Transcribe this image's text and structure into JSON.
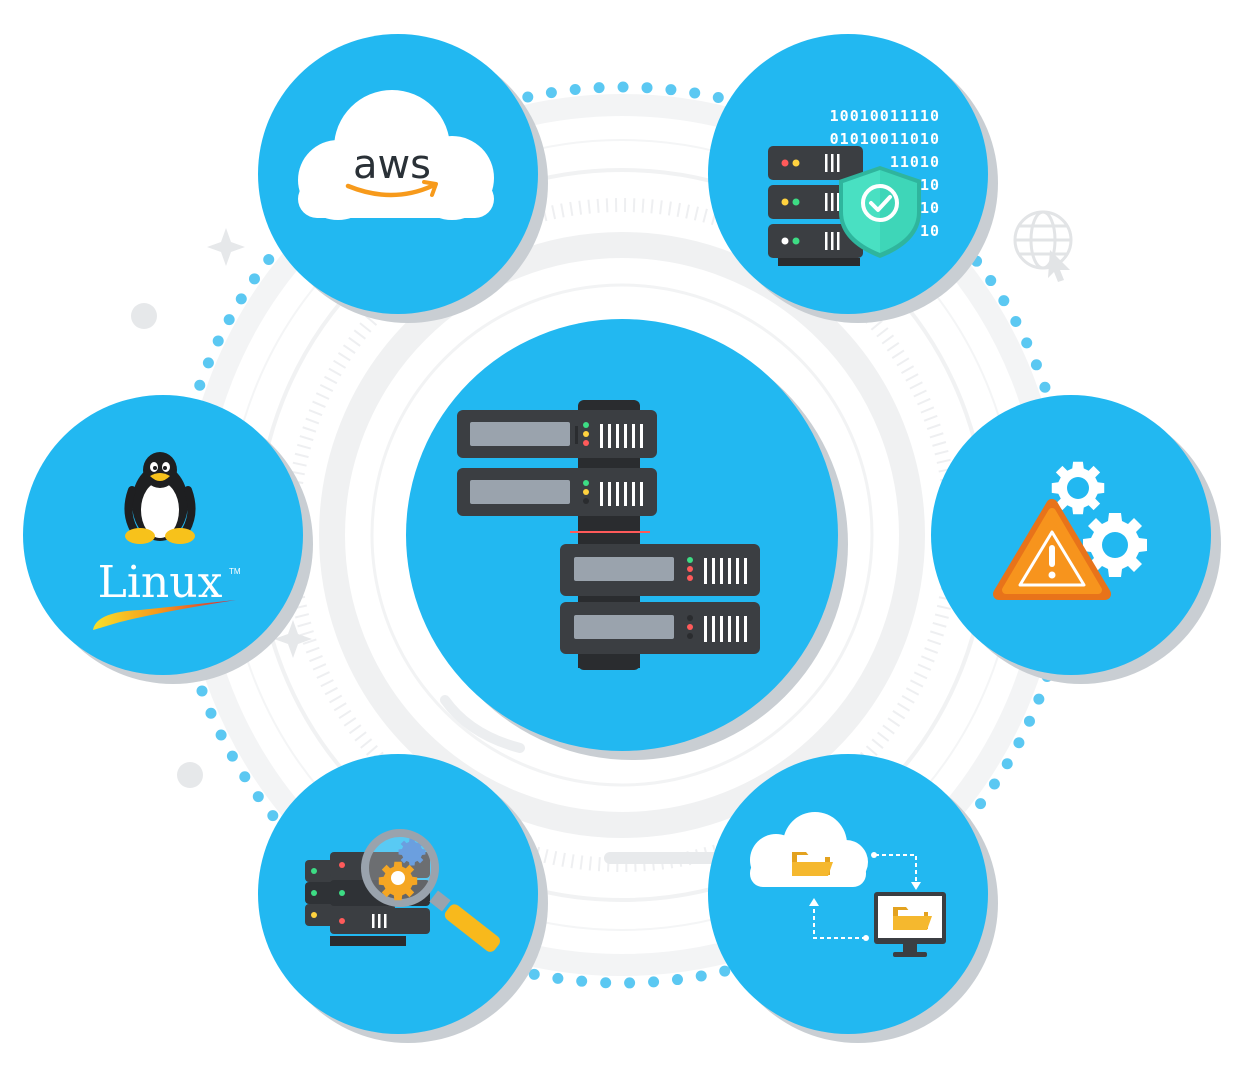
{
  "colors": {
    "node_fill": "#22b8f1",
    "node_shadow": "#c9ced3",
    "ring_dots": "#5bc8f2",
    "server_body": "#3b3e42",
    "server_dark": "#2a2c2f",
    "led_green": "#3ddc84",
    "led_red": "#ff5a5a",
    "led_yellow": "#ffd23f",
    "shield": "#3ed6b8",
    "amazon_orange": "#f79a1b",
    "warning_orange": "#f7941d",
    "folder_yellow": "#f5b82e",
    "magnifier_handle": "#f8b91c"
  },
  "aws": {
    "logo_text": "aws",
    "icon": "cloud-icon"
  },
  "security": {
    "binary_rows": [
      "10010011110",
      "01010011010",
      "11010",
      "10",
      "10",
      "10"
    ],
    "icon": "shield-check-icon"
  },
  "linux": {
    "logo_text": "Linux",
    "trademark": "TM",
    "icon": "tux-penguin-icon"
  },
  "center": {
    "icon": "server-rack-icon"
  },
  "alerts": {
    "icon": "warning-gears-icon",
    "warning_symbol": "!"
  },
  "monitoring": {
    "icon": "server-magnifier-icon"
  },
  "sync": {
    "icon": "cloud-folder-sync-icon"
  },
  "background": {
    "icon": "globe-cursor-icon"
  }
}
